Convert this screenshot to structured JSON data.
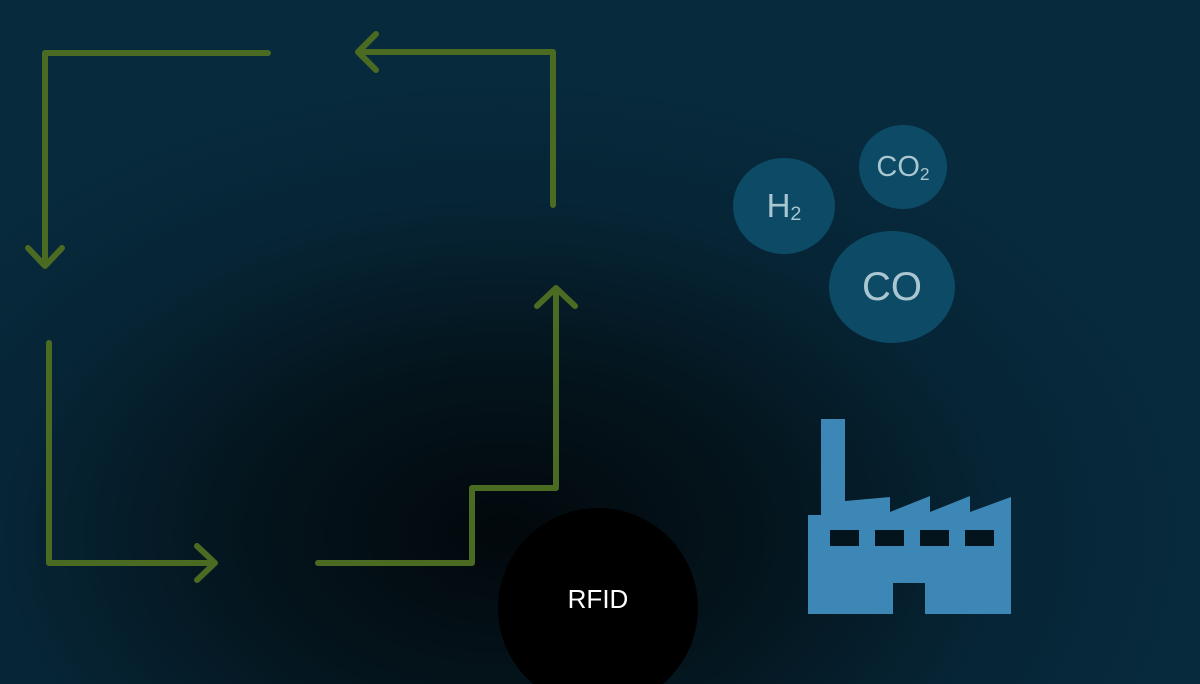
{
  "colors": {
    "arrow": "#4b6b23",
    "gas_bubble": "#0d4a66",
    "gas_text": "#a9c6d1",
    "factory": "#3c87b6",
    "rfid_fill": "#000000",
    "rfid_text": "#ffffff"
  },
  "gases": {
    "h2": {
      "base": "H",
      "sub": "2"
    },
    "co2": {
      "base": "CO",
      "sub": "2"
    },
    "co": {
      "label": "CO"
    }
  },
  "rfid": {
    "label": "RFID"
  },
  "icons": {
    "factory": "factory-icon"
  }
}
